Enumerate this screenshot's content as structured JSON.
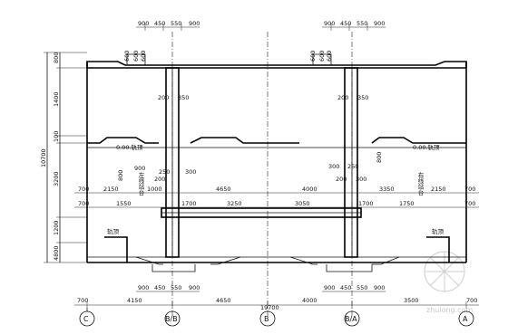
{
  "top_dims": {
    "left_group": [
      "900",
      "450",
      "550",
      "900"
    ],
    "right_group": [
      "900",
      "450",
      "550",
      "900"
    ]
  },
  "bottom_dims": {
    "left_group": [
      "900",
      "450",
      "550",
      "900"
    ],
    "right_group": [
      "900",
      "450",
      "550",
      "900"
    ]
  },
  "column_dims": {
    "left": [
      "600",
      "200",
      "350"
    ],
    "right": [
      "600",
      "200",
      "350"
    ]
  },
  "left_vertical_dims": [
    "800",
    "1400",
    "100",
    "3200",
    "1200",
    "4800"
  ],
  "left_total": "10700",
  "upper_dims": [
    "700",
    "2150",
    "1000",
    "4650",
    "4000",
    "3350",
    "2150",
    "700"
  ],
  "lower_dims": [
    "700",
    "1550",
    "1700",
    "3250",
    "3050",
    "1700",
    "1750",
    "700"
  ],
  "platform_dims": {
    "left": [
      "800",
      "900",
      "250",
      "300",
      "200"
    ],
    "right": [
      "800",
      "300",
      "250",
      "200",
      "300"
    ]
  },
  "bottom_row": [
    "700",
    "4150",
    "4650",
    "19700",
    "4000",
    "3500",
    "700"
  ],
  "platform_labels": {
    "left_vertical": "左线站台",
    "right_vertical": "右线站台",
    "left_rail": "轨顶",
    "right_rail": "轨顶",
    "left_top": "0.00.轨顶",
    "right_top": "0.00.轨顶"
  },
  "axis_labels": [
    "C",
    "B/B",
    "B",
    "B/A",
    "A"
  ],
  "watermark": "zhulong.com"
}
